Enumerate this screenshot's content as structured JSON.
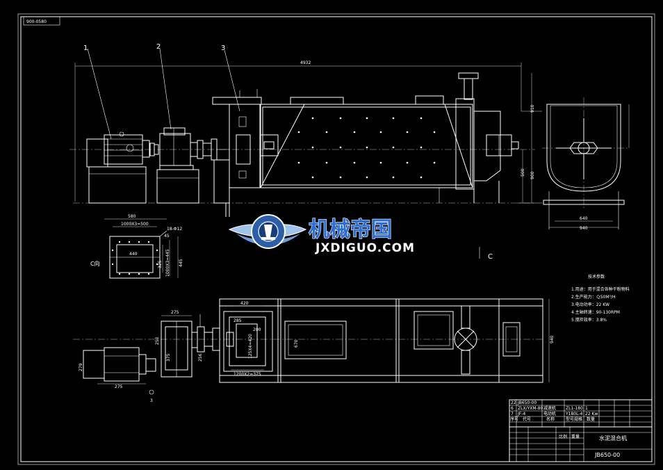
{
  "drawing": {
    "code_tag": "900-0580",
    "part_labels": [
      "1",
      "2",
      "3",
      "3"
    ],
    "view_label_c": "C向",
    "view_label_c2": "C",
    "dimensions": {
      "overall_length": "4932",
      "h_910": "910",
      "h_900": "900",
      "h_500": "500",
      "w_640": "640",
      "w_580": "580",
      "w_940": "940",
      "d_580": "580",
      "d_1000": "1000X3=500",
      "d_holes": "18-Φ12",
      "d_45": "45",
      "d_440": "440",
      "d_325": "325",
      "d_1000b": "1000X3=445",
      "d_445": "445",
      "d_275a": "275",
      "d_275b": "275",
      "d_250": "250",
      "d_375": "375",
      "d_256": "256",
      "d_279": "279",
      "d_420": "420",
      "d_285": "285",
      "d_200": "200",
      "d_1200": "1200X2=375",
      "d_670": "670",
      "d_125": "125X4=420",
      "d_940b": "940"
    }
  },
  "tech_notes": {
    "title": "技术参数",
    "items": [
      "1.用途：用于混合各种干粉物料",
      "2.生产能力：Ｑ50M³/H",
      "3.电动功率：22 KW",
      "4.主轴转速：90-130RPM",
      "5.搅拌效率：3.8%"
    ]
  },
  "title_block": {
    "rows": [
      [
        "22",
        "JB650-00",
        "",
        "",
        "",
        "",
        "",
        ""
      ],
      [
        "6",
        "ZLX/YXM-80",
        "减速机",
        "ZL1-180",
        "1",
        "",
        "",
        ""
      ],
      [
        "7",
        "JF-4",
        "电动机",
        "Y180L-4",
        "22 Kw",
        "",
        "",
        ""
      ],
      [
        "序号",
        "代号",
        "名称",
        "型号规格",
        "数量",
        "",
        "",
        ""
      ]
    ],
    "drawing_name": "水泥混合机",
    "drawing_number": "JB650-00",
    "cells": [
      "比例",
      "重量",
      "数量"
    ]
  },
  "watermark": {
    "cn": "机械帝国",
    "en": "JXDIGUO.COM"
  }
}
